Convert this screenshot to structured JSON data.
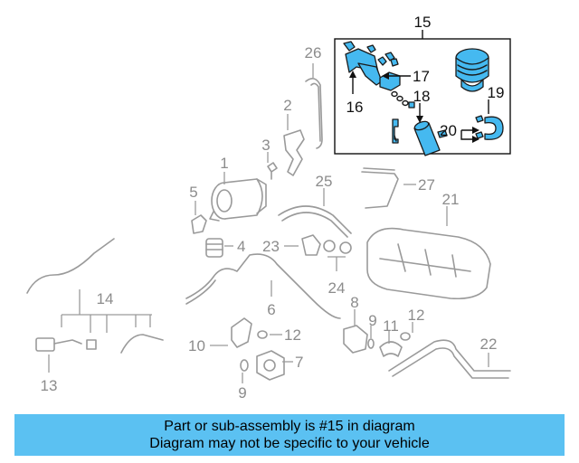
{
  "diagram": {
    "callouts": [
      "1",
      "2",
      "3",
      "4",
      "5",
      "6",
      "7",
      "8",
      "9",
      "9",
      "10",
      "11",
      "12",
      "12",
      "13",
      "14",
      "15",
      "16",
      "17",
      "18",
      "19",
      "20",
      "21",
      "22",
      "23",
      "24",
      "25",
      "26",
      "27"
    ],
    "highlighted_assembly": "15",
    "colors": {
      "highlight": "#45b9f0",
      "banner": "#5bc1f2",
      "line": "#9a9a9a"
    }
  },
  "banner": {
    "line1": "Part or sub-assembly is #15 in diagram",
    "line2": "Diagram may not be specific to your vehicle"
  }
}
